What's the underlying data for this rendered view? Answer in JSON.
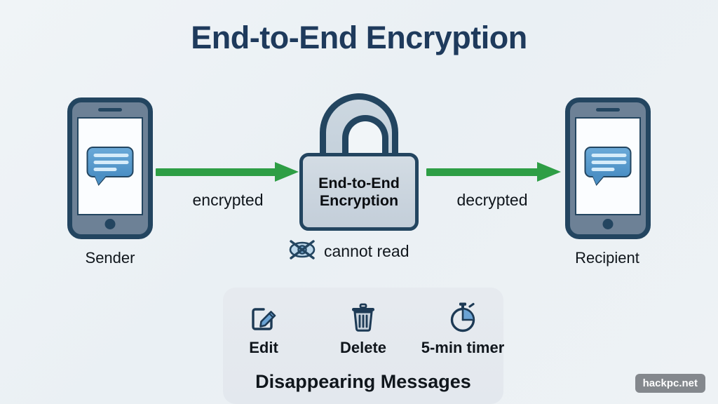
{
  "title": "End-to-End Encryption",
  "background_color": "#eef2f5",
  "colors": {
    "title": "#1e3a5c",
    "navy": "#234560",
    "arrow_green": "#2e9e45",
    "bubble_blue": "#4b8fc4",
    "lock_fill": "#cbd6e0",
    "card_bg": "#e4e9ef",
    "text": "#10161c"
  },
  "nodes": {
    "sender": {
      "caption": "Sender",
      "icon": "phone-icon",
      "screen_icon": "speech-bubble-icon"
    },
    "recipient": {
      "caption": "Recipient",
      "icon": "phone-icon",
      "screen_icon": "speech-bubble-icon"
    }
  },
  "arrows": [
    {
      "label": "encrypted",
      "direction": "right",
      "color": "#2e9e45"
    },
    {
      "label": "decrypted",
      "direction": "right",
      "color": "#2e9e45"
    }
  ],
  "padlock": {
    "icon": "padlock-icon",
    "text_line_1": "End-to-End",
    "text_line_2": "Encryption"
  },
  "cannot_read": {
    "icon": "eye-crossed-out-icon",
    "label": "cannot read"
  },
  "disappearing_card": {
    "heading": "Disappearing Messages",
    "features": [
      {
        "label": "Edit",
        "icon": "pencil-square-icon"
      },
      {
        "label": "Delete",
        "icon": "trash-can-icon"
      },
      {
        "label": "5-min timer",
        "icon": "stopwatch-icon"
      }
    ]
  },
  "watermark": "hackpc.net"
}
